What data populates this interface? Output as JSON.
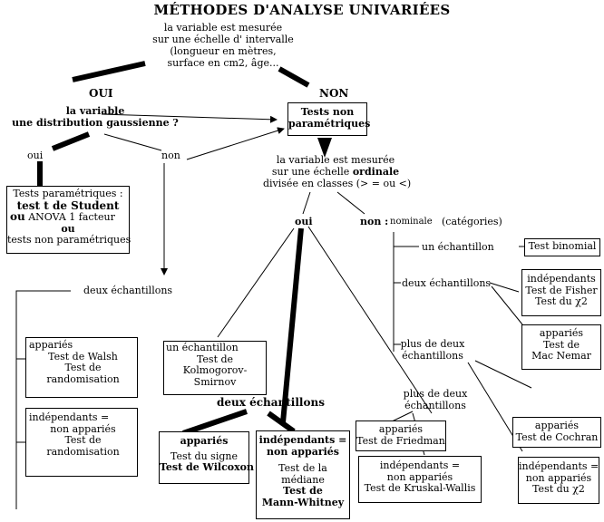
{
  "title": "MÉTHODES D'ANALYSE UNIVARIÉES",
  "intro": {
    "lines": [
      "la variable est mesurée",
      "sur une échelle d' intervalle",
      "(longueur en mètres,",
      "surface en cm2, âge..."
    ]
  },
  "oui_label": "OUI",
  "non_label": "NON",
  "gauss_question": {
    "lines": [
      "la variable",
      "une distribution gaussienne ?"
    ]
  },
  "nonparam_box": {
    "lines": [
      "Tests non",
      "paramétriques"
    ]
  },
  "oui_small": "oui",
  "non_small": "non",
  "param_box": {
    "line1": "Tests paramétriques :",
    "line2": "test t de Student",
    "ou1": "ou",
    "line3": "ANOVA 1 facteur",
    "ou2": "ou",
    "line4": "tests non paramétriques"
  },
  "ordinal_text": {
    "line1": "la variable est mesurée",
    "line2a": "sur une échelle",
    "line2b": "ordinale",
    "line3": "divisée en classes (> = ou <)"
  },
  "oui_ordinal": "oui",
  "non_ordinal": "non :",
  "nominale": "nominale",
  "categories": "(catégories)",
  "deux_echantillons_left": "deux échantillons",
  "apparies_left": {
    "lines": [
      "appariés",
      "Test de Walsh",
      "Test de",
      "randomisation"
    ]
  },
  "indep_left": {
    "lines": [
      "indépendants =",
      "non appariés",
      "Test de",
      "randomisation"
    ]
  },
  "un_echantillon_box": {
    "lines": [
      "un échantillon",
      "Test de",
      "Kolmogorov-",
      "Smirnov"
    ]
  },
  "deux_echantillons_mid": "deux échantillons",
  "apparies_mid": {
    "line1": "appariés",
    "line2": "Test du signe",
    "line3": "Test de Wilcoxon"
  },
  "indep_mid": {
    "line1": "indépendants =",
    "line2": "non appariés",
    "line3": "Test de la",
    "line4": "médiane",
    "line5": "Test de",
    "line6": "Mann-Whitney"
  },
  "plus_deux_mid": {
    "lines": [
      "plus de deux",
      "échantillons"
    ]
  },
  "friedman_box": {
    "lines": [
      "appariés",
      "Test de Friedman"
    ]
  },
  "kruskal_box": {
    "lines": [
      "indépendants =",
      "non appariés",
      "Test de Kruskal-Wallis"
    ]
  },
  "un_echantillon_nominal": "un échantillon",
  "binomial_box": {
    "lines": [
      "Test binomial"
    ]
  },
  "deux_echantillons_nominal": "deux échantillons",
  "fisher_box": {
    "lines": [
      "indépendants",
      "Test de Fisher",
      "Test du χ2"
    ]
  },
  "mcnemar_box": {
    "lines": [
      "appariés",
      "Test de",
      "Mac Nemar"
    ]
  },
  "plus_deux_nominal": {
    "lines": [
      "plus de deux",
      "échantillons"
    ]
  },
  "cochran_box": {
    "lines": [
      "appariés",
      "Test de Cochran"
    ]
  },
  "chi2_box": {
    "lines": [
      "indépendants =",
      "non appariés",
      "Test du χ2"
    ]
  }
}
